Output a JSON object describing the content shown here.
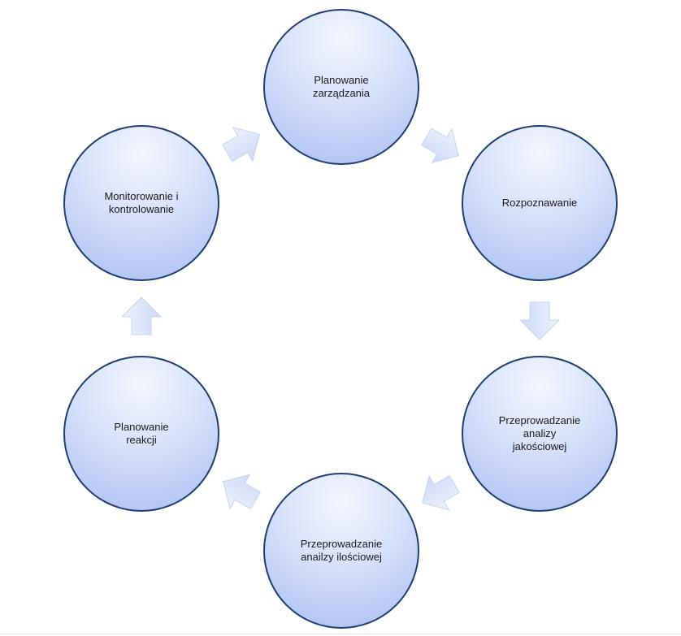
{
  "diagram": {
    "nodes": [
      {
        "id": "planowanie-zarzadzania",
        "label": "Planowanie\nzarządzania"
      },
      {
        "id": "rozpoznawanie",
        "label": "Rozpoznawanie"
      },
      {
        "id": "analiza-jakosciowa",
        "label": "Przeprowadzanie\nanalizy\njakościowej"
      },
      {
        "id": "analiza-ilosciowa",
        "label": "Przeprowadzanie\nanailzy ilościowej"
      },
      {
        "id": "planowanie-reakcji",
        "label": "Planowanie\nreakcji"
      },
      {
        "id": "monitorowanie",
        "label": "Monitorowanie i\nkontrolowanie"
      }
    ],
    "edges": [
      {
        "from": "planowanie-zarzadzania",
        "to": "rozpoznawanie"
      },
      {
        "from": "rozpoznawanie",
        "to": "analiza-jakosciowa"
      },
      {
        "from": "analiza-jakosciowa",
        "to": "analiza-ilosciowa"
      },
      {
        "from": "analiza-ilosciowa",
        "to": "planowanie-reakcji"
      },
      {
        "from": "planowanie-reakcji",
        "to": "monitorowanie"
      },
      {
        "from": "monitorowanie",
        "to": "planowanie-zarzadzania"
      }
    ],
    "colors": {
      "node_fill_top": "#f3f6fe",
      "node_fill_bottom": "#a9bdf2",
      "node_border": "#1f3f73",
      "arrow_fill": "#dde6fb"
    }
  }
}
